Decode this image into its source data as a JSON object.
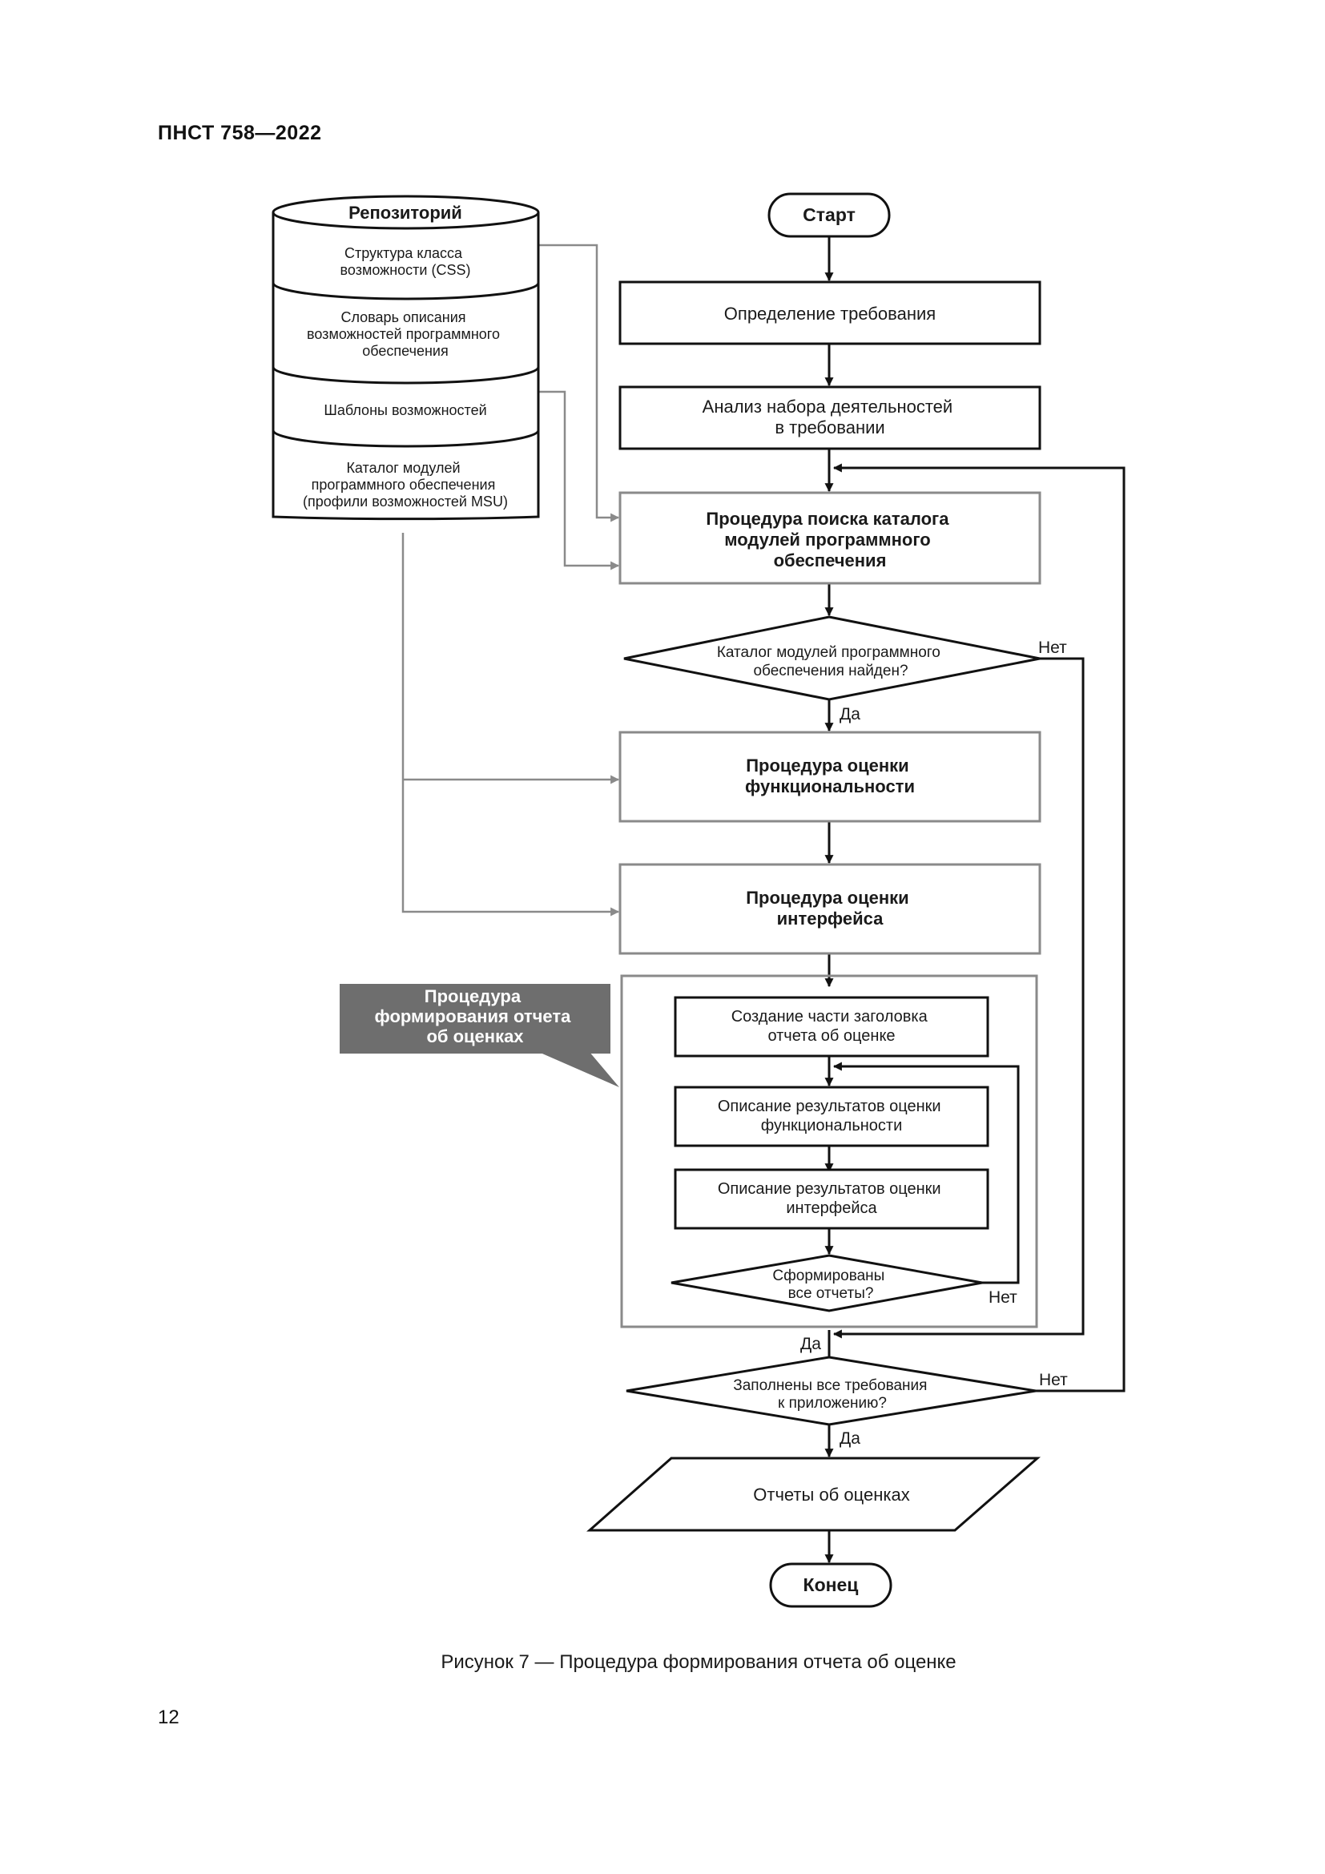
{
  "header": {
    "doc_id": "ПНСТ 758—2022"
  },
  "page_number": "12",
  "figure": {
    "caption": "Рисунок 7 — Процедура формирования отчета об оценке",
    "repository": {
      "title": "Репозиторий",
      "items": [
        [
          "Структура класса",
          "возможности (CSS)"
        ],
        [
          "Словарь описания",
          "возможностей программного",
          "обеспечения"
        ],
        [
          "Шаблоны возможностей"
        ],
        [
          "Каталог модулей",
          "программного обеспечения",
          "(профили возможностей MSU)"
        ]
      ]
    },
    "start": "Старт",
    "end": "Конец",
    "define_requirement": [
      "Определение требования"
    ],
    "analyze_activities": [
      "Анализ набора деятельностей",
      "в требовании"
    ],
    "search_catalog": [
      "Процедура поиска каталога",
      "модулей программного",
      "обеспечения"
    ],
    "catalog_found": [
      "Каталог модулей программного",
      "обеспечения найден?"
    ],
    "func_eval": [
      "Процедура оценки",
      "функциональности"
    ],
    "iface_eval": [
      "Процедура оценки",
      "интерфейса"
    ],
    "report_callout": [
      "Процедура",
      "формирования отчета",
      "об оценках"
    ],
    "header_part": [
      "Создание части заголовка",
      "отчета об оценке"
    ],
    "func_results": [
      "Описание результатов оценки",
      "функциональности"
    ],
    "iface_results": [
      "Описание результатов оценки",
      "интерфейса"
    ],
    "all_reports": [
      "Сформированы",
      "все отчеты?"
    ],
    "all_requirements": [
      "Заполнены все требования",
      "к приложению?"
    ],
    "eval_reports": [
      "Отчеты об оценках"
    ],
    "labels": {
      "yes": "Да",
      "no": "Нет"
    },
    "colors": {
      "gray_line": "#8a8a8a",
      "callout_bg": "#6e6e6e",
      "black": "#111111"
    }
  }
}
